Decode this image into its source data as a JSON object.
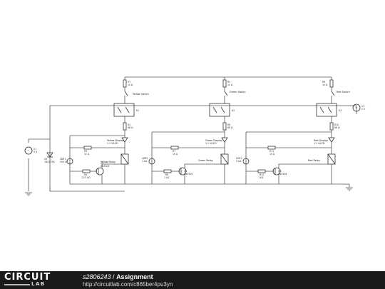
{
  "diagram": {
    "sources": [
      {
        "ref": "V1",
        "value": "5 V"
      },
      {
        "ref": "V2",
        "value": "5 V"
      }
    ],
    "diode": {
      "ref": "D1",
      "part": "1N4733A"
    },
    "stages": [
      {
        "switch_label": "Yellow Switch",
        "switch_resistor": {
          "ref": "R1",
          "value": "1k Ω"
        },
        "relay_ref": "K1",
        "relay_label": "Yellow Relay",
        "display_label": "Yellow Display",
        "display_value": "1.1 V/LED",
        "led_resistor": {
          "ref": "R2",
          "value": "68 Ω"
        },
        "ldr": {
          "ref": "LDR1",
          "value": "200 Ω"
        },
        "pot": {
          "ref": "R3",
          "value": "1k Ω"
        },
        "base_resistor": {
          "ref": "R4",
          "value": "12.5 kΩ"
        },
        "transistor": {
          "ref": "Q1",
          "part": "2N3904"
        }
      },
      {
        "switch_label": "Green Switch",
        "switch_resistor": {
          "ref": "R5",
          "value": "1k Ω"
        },
        "relay_ref": "K2",
        "relay_label": "Green Relay",
        "display_label": "Green Display",
        "display_value": "1.1 V/LED",
        "led_resistor": {
          "ref": "R6",
          "value": "68 Ω"
        },
        "ldr": {
          "ref": "LDR2",
          "value": "1 kΩ"
        },
        "pot": {
          "ref": "R7",
          "value": "1k Ω"
        },
        "base_resistor": {
          "ref": "R8",
          "value": "1 kΩ"
        },
        "transistor": {
          "ref": "Q2",
          "part": "2N3904"
        }
      },
      {
        "switch_label": "Red Switch",
        "switch_resistor": {
          "ref": "R9",
          "value": "1k Ω"
        },
        "relay_ref": "K3",
        "relay_label": "Red Relay",
        "display_label": "Red Display",
        "display_value": "1.1 V/LED",
        "led_resistor": {
          "ref": "R10",
          "value": "68 Ω"
        },
        "ldr": {
          "ref": "LDR3",
          "value": "5 kΩ"
        },
        "pot": {
          "ref": "R11",
          "value": "1k Ω"
        },
        "base_resistor": {
          "ref": "R12",
          "value": "1 kΩ"
        },
        "transistor": {
          "ref": "Q3",
          "part": "2N3904"
        }
      }
    ]
  },
  "footer": {
    "logo_top": "CIRCUIT",
    "logo_bottom": "LAB",
    "username": "s2806243",
    "separator": " / ",
    "circuit_name": "Assignment",
    "url": "http://circuitlab.com/c865ber4pu3yn"
  }
}
